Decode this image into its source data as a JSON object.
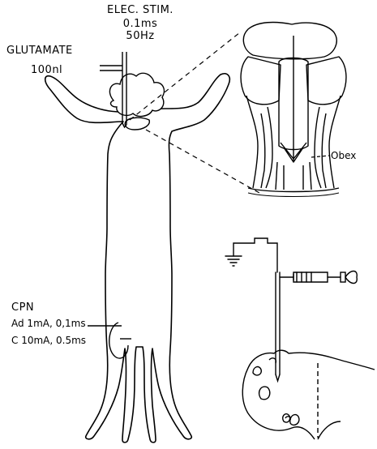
{
  "stimulation": {
    "title": "ELEC. STIM.",
    "duration": "0.1ms",
    "frequency": "50Hz"
  },
  "glutamate": {
    "label": "GLUTAMATE",
    "volume": "100nl"
  },
  "brainstem": {
    "landmark": "Obex"
  },
  "cpn": {
    "label": "CPN",
    "a_delta": "Ad 1mA, 0,1ms",
    "c_fiber": "C 10mA, 0.5ms"
  },
  "colors": {
    "ink": "#000000",
    "background": "#ffffff"
  }
}
